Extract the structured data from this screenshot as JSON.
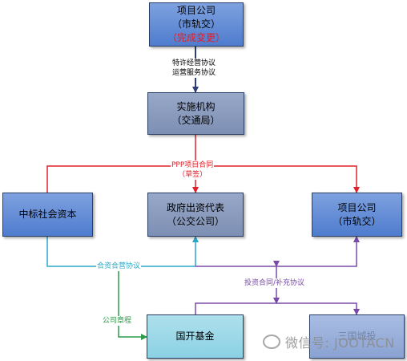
{
  "nodes": {
    "project_top": {
      "line1": "项目公司",
      "line2": "（市轨交）",
      "line3": "（完成变更）"
    },
    "impl": {
      "line1": "实施机构",
      "line2": "（交通局）"
    },
    "social": {
      "line1": "中标社会资本"
    },
    "gov": {
      "line1": "政府出资代表",
      "line2": "（公交公司）"
    },
    "project_right": {
      "line1": "项目公司",
      "line2": "（市轨交）"
    },
    "fund": {
      "line1": "国开基金"
    },
    "partial": {
      "line1": "三国城投"
    }
  },
  "edges": {
    "top_to_impl": {
      "line1": "特许经营协议",
      "line2": "运营服务协议"
    },
    "ppp": {
      "line1": "PPP项目合同",
      "line2": "（草签）"
    },
    "jv": {
      "line1": "合资合营协议"
    },
    "invest": {
      "line1": "投资合同/补充协议"
    },
    "charter": {
      "line1": "公司章程"
    }
  },
  "watermark": {
    "text": "微信号: JOOTACN"
  },
  "colors": {
    "red": "#e0202a",
    "cyan": "#2aa9c8",
    "purple": "#7a4aa8",
    "green": "#2e9a4a",
    "navy": "#2d3f78"
  }
}
